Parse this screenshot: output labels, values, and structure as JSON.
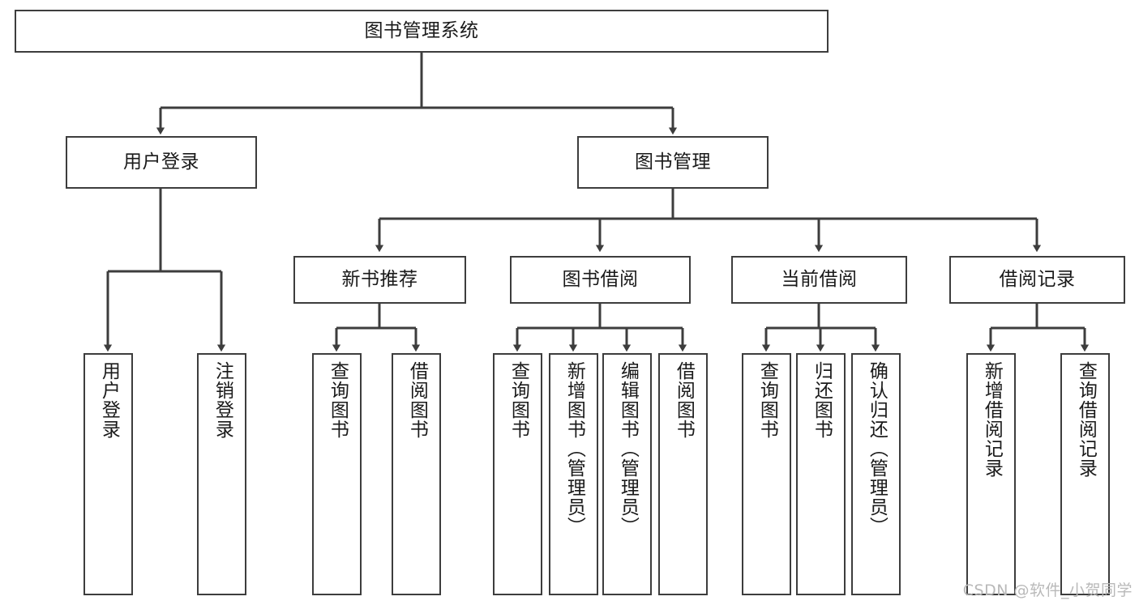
{
  "diagram": {
    "type": "tree-hierarchy",
    "title": "图书管理系统",
    "orientation": "top-down",
    "line_color": "#3d3d3d",
    "box_fill": "#ffffff",
    "text_color": "#1a1a1a",
    "nodes": {
      "root": {
        "label": "图书管理系统",
        "level": 1
      },
      "l2": [
        {
          "id": "user-login",
          "label": "用户登录",
          "level": 2
        },
        {
          "id": "book-manage",
          "label": "图书管理",
          "level": 2
        }
      ],
      "l3": [
        {
          "id": "new-book-rec",
          "label": "新书推荐",
          "level": 3
        },
        {
          "id": "book-borrow",
          "label": "图书借阅",
          "level": 3
        },
        {
          "id": "current-borrow",
          "label": "当前借阅",
          "level": 3
        },
        {
          "id": "borrow-record",
          "label": "借阅记录",
          "level": 3
        }
      ],
      "leaves": [
        {
          "id": "leaf-user-login",
          "label": "用户登录",
          "parent": "user-login"
        },
        {
          "id": "leaf-logout",
          "label": "注销登录",
          "parent": "user-login"
        },
        {
          "id": "leaf-query-book-1",
          "label": "查询图书",
          "parent": "new-book-rec"
        },
        {
          "id": "leaf-borrow-book-1",
          "label": "借阅图书",
          "parent": "new-book-rec"
        },
        {
          "id": "leaf-query-book-2",
          "label": "查询图书",
          "parent": "book-borrow"
        },
        {
          "id": "leaf-add-book",
          "label": "新增图书（管理员）",
          "parent": "book-borrow"
        },
        {
          "id": "leaf-edit-book",
          "label": "编辑图书（管理员）",
          "parent": "book-borrow"
        },
        {
          "id": "leaf-borrow-book-2",
          "label": "借阅图书",
          "parent": "book-borrow"
        },
        {
          "id": "leaf-query-book-3",
          "label": "查询图书",
          "parent": "current-borrow"
        },
        {
          "id": "leaf-return-book",
          "label": "归还图书",
          "parent": "current-borrow"
        },
        {
          "id": "leaf-confirm-return",
          "label": "确认归还（管理员）",
          "parent": "current-borrow"
        },
        {
          "id": "leaf-add-record",
          "label": "新增借阅记录",
          "parent": "borrow-record"
        },
        {
          "id": "leaf-query-record",
          "label": "查询借阅记录",
          "parent": "borrow-record"
        }
      ]
    },
    "watermark": "CSDN @软件_小贺同学"
  }
}
